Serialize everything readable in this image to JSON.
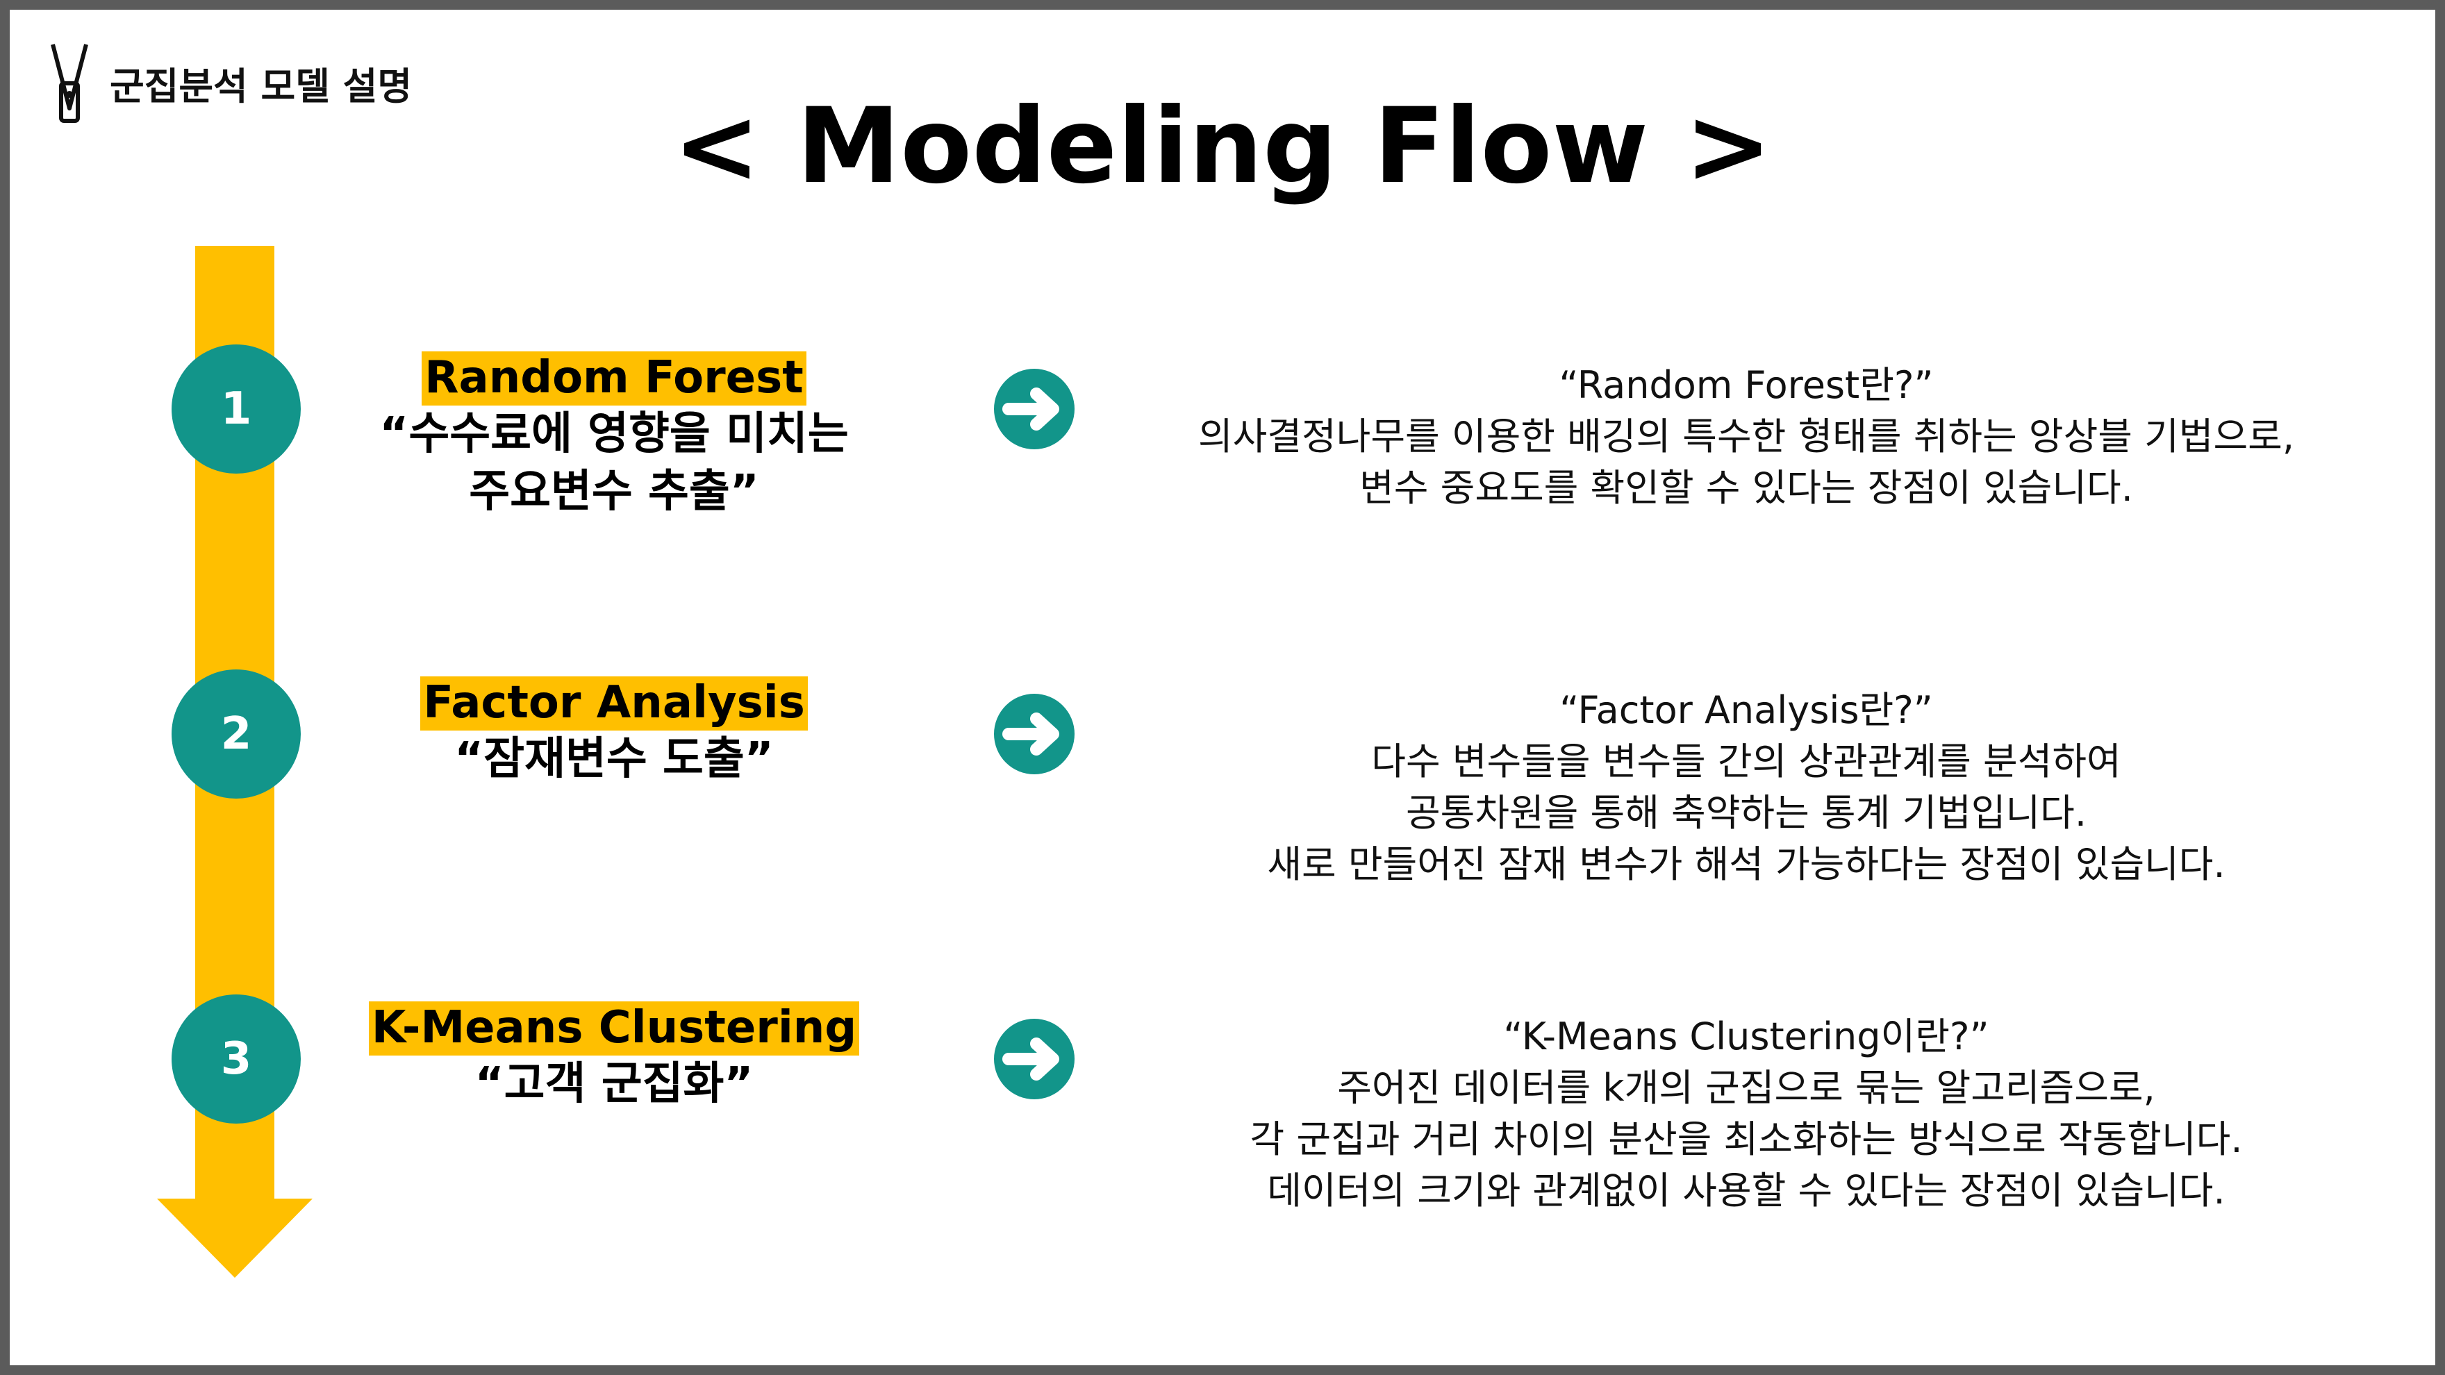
{
  "header": {
    "section_title": "군집분석 모델 설명",
    "logo_icon": "clothespin-icon"
  },
  "title": "< Modeling Flow >",
  "colors": {
    "accent_yellow": "#ffbf00",
    "accent_teal": "#12958a",
    "frame_gray": "#5b5b5b"
  },
  "steps": [
    {
      "number": "1",
      "name": "Random Forest",
      "sub_lines": [
        "“수수료에 영향을 미치는",
        "주요변수 추출”"
      ],
      "desc_lines": [
        "“Random Forest란?”",
        "의사결정나무를 이용한 배깅의 특수한 형태를 취하는 앙상블 기법으로,",
        "변수 중요도를 확인할 수 있다는 장점이 있습니다."
      ]
    },
    {
      "number": "2",
      "name": "Factor Analysis",
      "sub_lines": [
        "“잠재변수 도출”"
      ],
      "desc_lines": [
        "“Factor Analysis란?”",
        "다수 변수들을 변수들 간의 상관관계를 분석하여",
        "공통차원을 통해 축약하는 통계 기법입니다.",
        "새로 만들어진 잠재 변수가 해석 가능하다는 장점이 있습니다."
      ]
    },
    {
      "number": "3",
      "name": "K-Means Clustering",
      "sub_lines": [
        "“고객 군집화”"
      ],
      "desc_lines": [
        "“K-Means Clustering이란?”",
        "주어진 데이터를 k개의 군집으로 묶는 알고리즘으로,",
        "각 군집과 거리 차이의 분산을 최소화하는 방식으로 작동합니다.",
        "데이터의 크기와 관계없이 사용할 수 있다는 장점이 있습니다."
      ]
    }
  ]
}
